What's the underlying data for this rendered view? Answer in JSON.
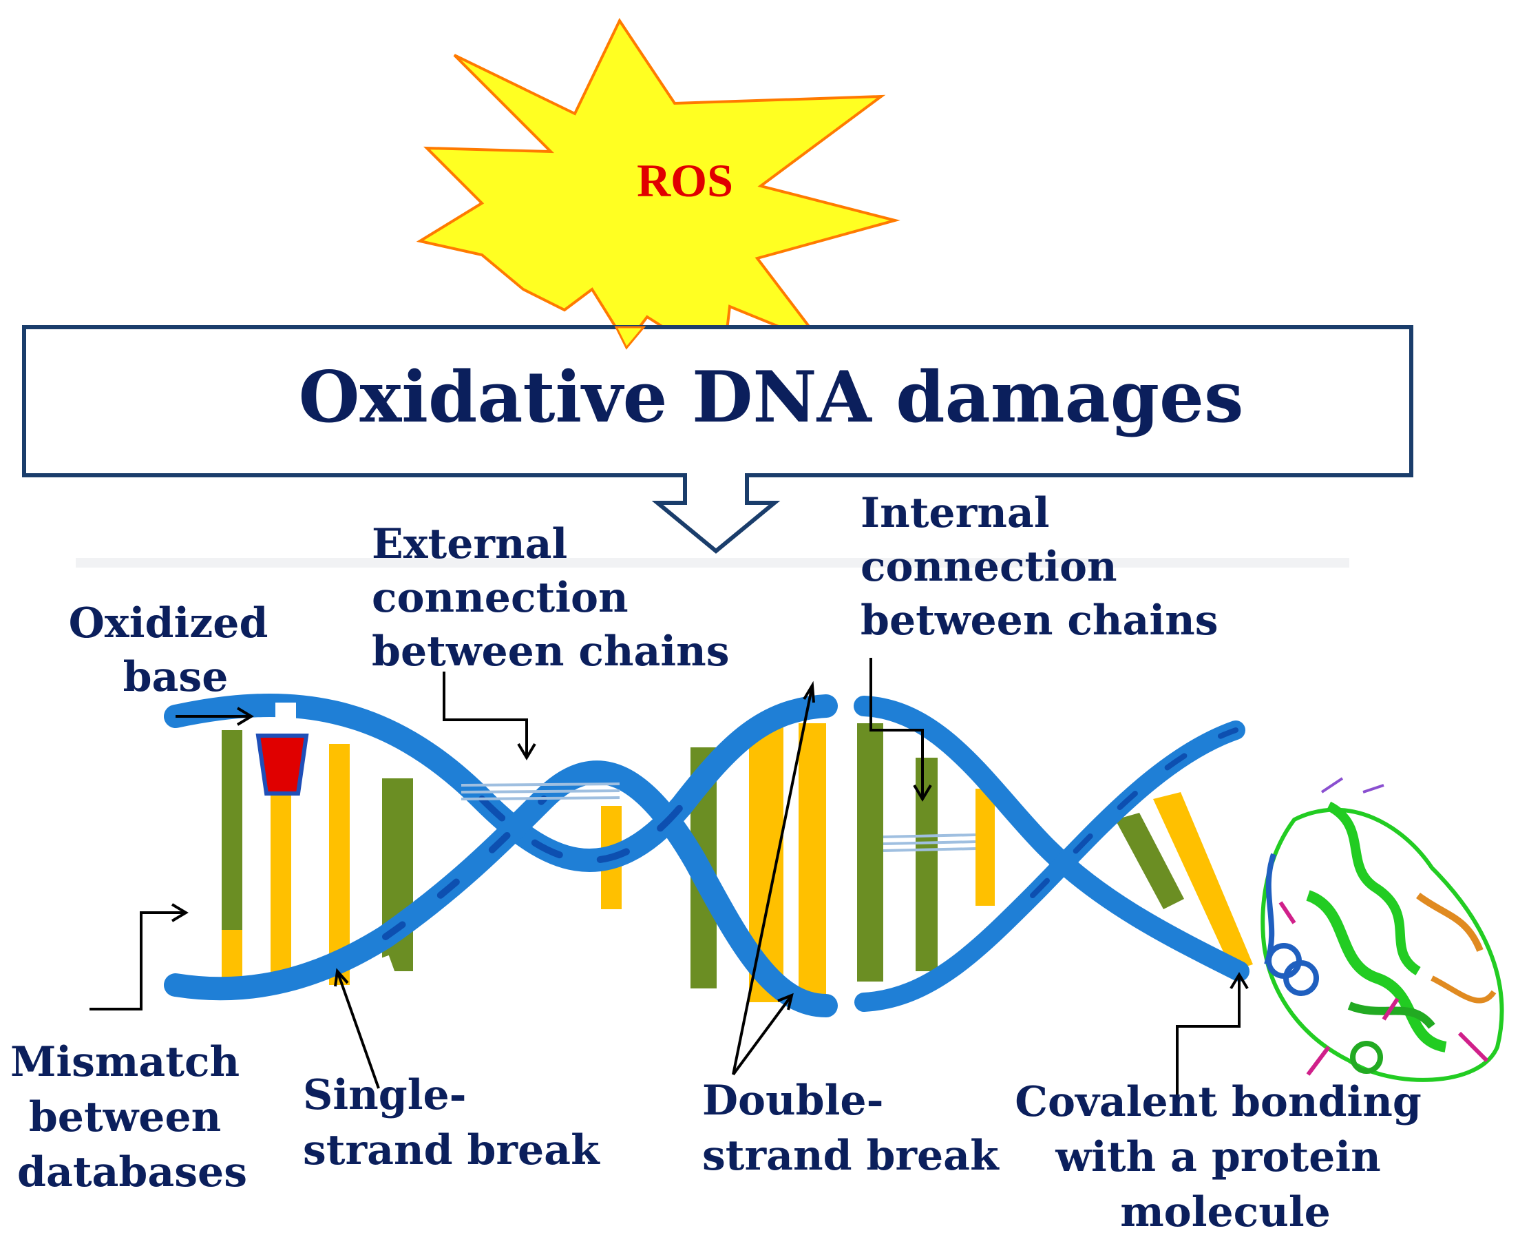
{
  "ros": {
    "label": "ROS"
  },
  "title": {
    "text": "Oxidative DNA damages"
  },
  "labels": {
    "oxidized_base": [
      "Oxidized",
      "base"
    ],
    "external_connection": [
      "External",
      "connection",
      "between chains"
    ],
    "internal_connection": [
      "Internal",
      "connection",
      "between chains"
    ],
    "mismatch": [
      "Mismatch",
      "between",
      "databases"
    ],
    "single_strand": [
      "Single-",
      "strand break"
    ],
    "double_strand": [
      "Double-",
      "strand break"
    ],
    "covalent": [
      "Covalent bonding",
      "with a protein",
      "molecule"
    ]
  },
  "colors": {
    "ros_fill": "#ffff22",
    "ros_stroke": "#ff7a00",
    "ros_text": "#e00000",
    "title_text": "#0b1f5c",
    "backbone": "#1f7fd6",
    "backbone_dark": "#0d4fb0",
    "base_yellow": "#ffc000",
    "base_green": "#6b8e23",
    "oxidized_base": "#e00000",
    "protein_green": "#22cc22",
    "protein_orange": "#e08a20"
  },
  "icons": [
    "ros-starburst-icon",
    "down-arrow-icon",
    "protein-molecule-icon"
  ]
}
